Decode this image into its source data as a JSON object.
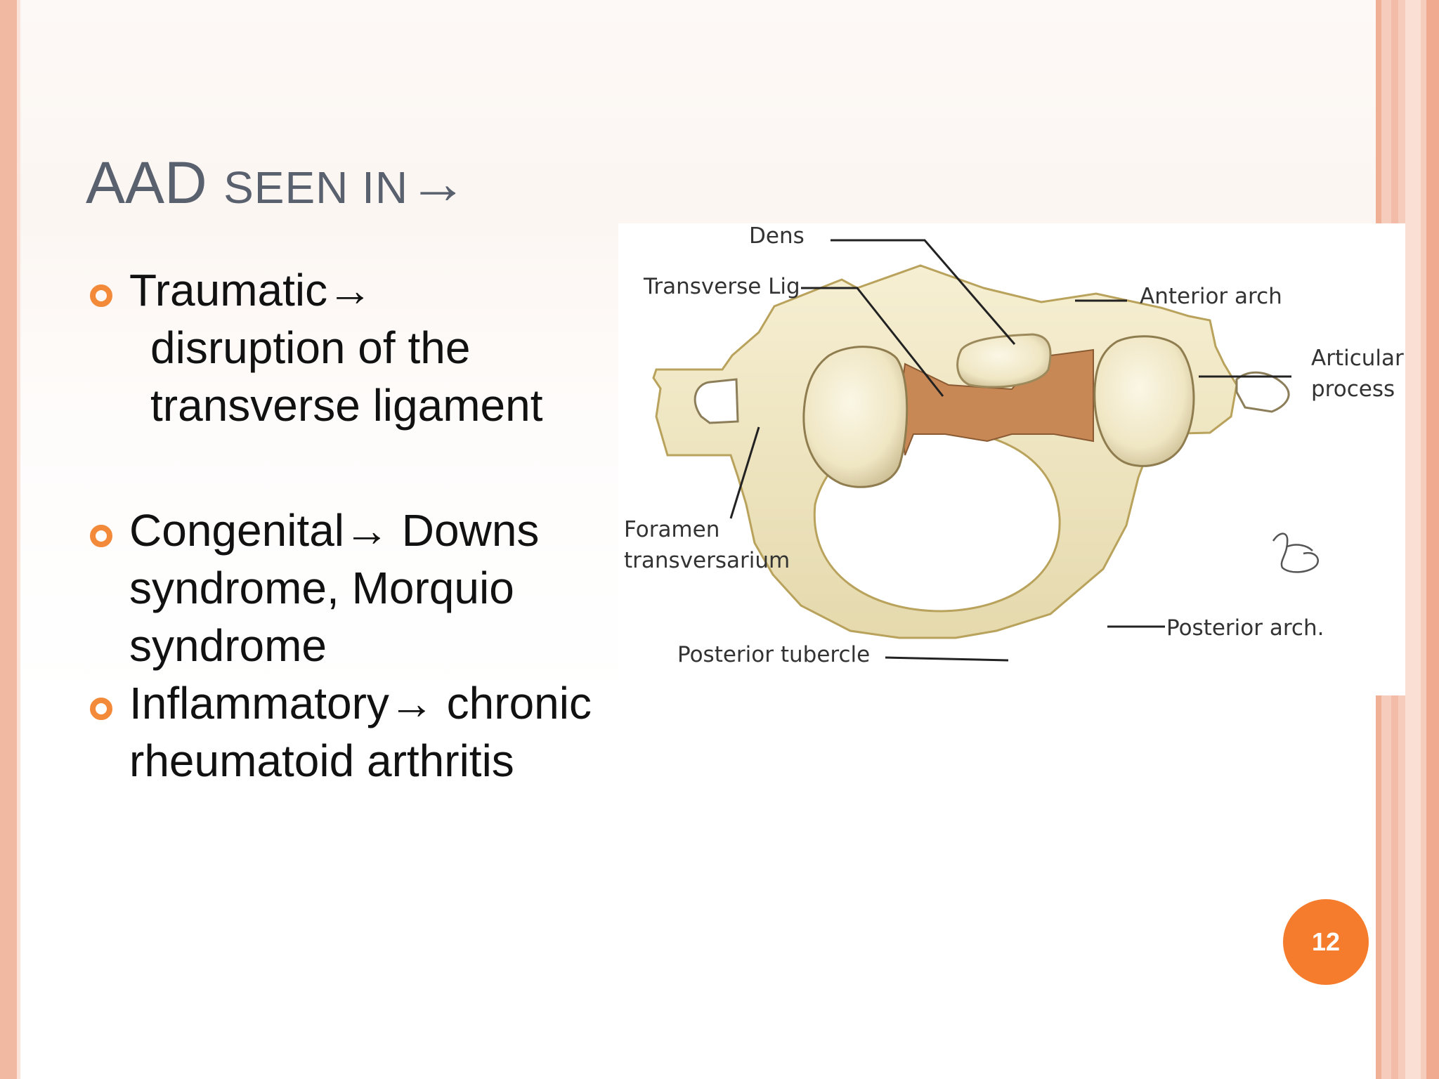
{
  "slide": {
    "title_main": "AAD",
    "title_rest": "SEEN IN",
    "title_arrow": "→",
    "page_number": "12"
  },
  "bullets": [
    {
      "lead": "Traumatic→",
      "detail": "disruption of the transverse ligament"
    },
    {
      "text": "Congenital→ Downs syndrome, Morquio syndrome"
    },
    {
      "text": "Inflammatory→ chronic rheumatoid arthritis"
    }
  ],
  "diagram": {
    "labels": {
      "dens": "Dens",
      "transverse_lig": "Transverse Lig",
      "anterior_arch": "Anterior arch",
      "articular_1": "Articular",
      "articular_2": "process",
      "foramen_1": "Foramen",
      "foramen_2": "transversarium",
      "posterior_tubercle": "Posterior tubercle",
      "posterior_arch": "Posterior arch."
    }
  },
  "colors": {
    "accent": "#f47c2c",
    "title": "#59606e",
    "border": "#f1b8a2",
    "bone": "#f2e9c8",
    "ligament": "#c88856"
  }
}
